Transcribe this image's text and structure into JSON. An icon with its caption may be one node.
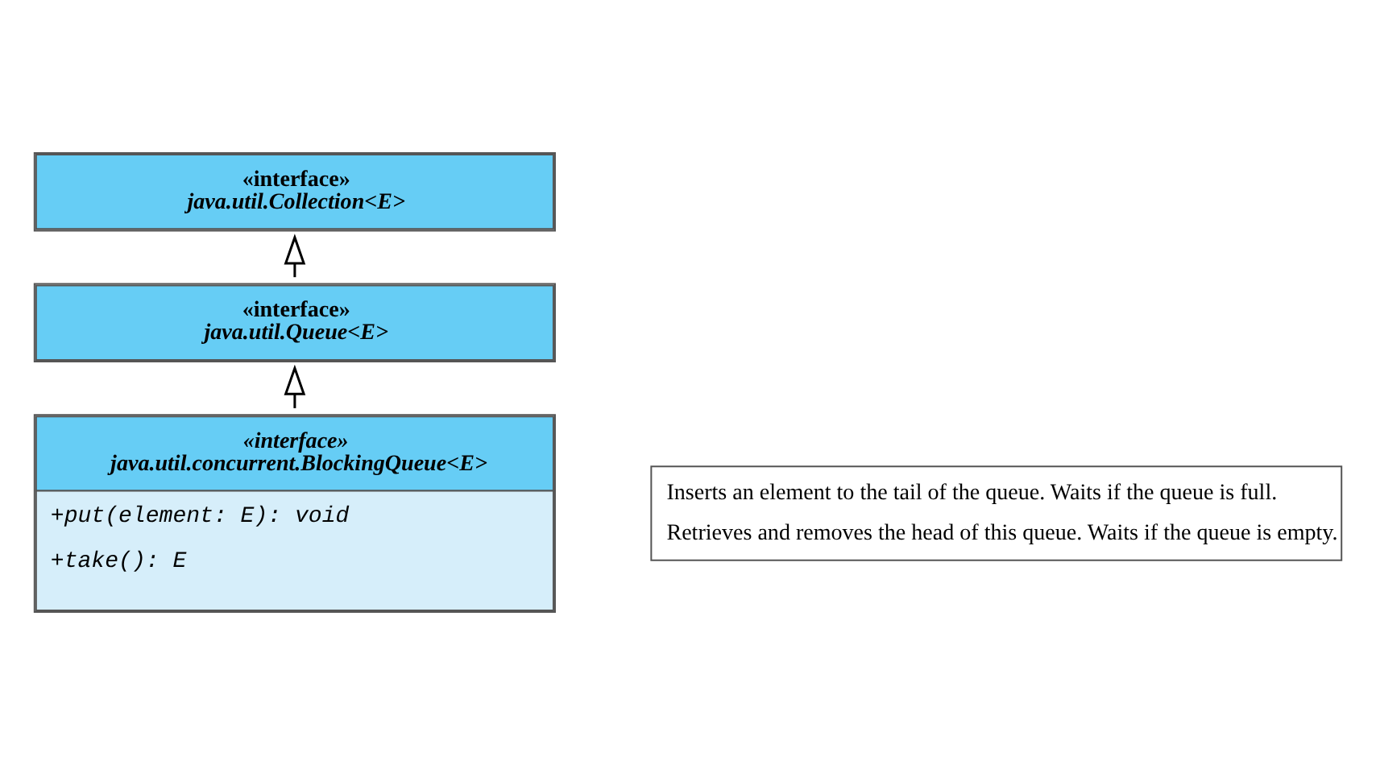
{
  "diagram": {
    "nodes": [
      {
        "text": [
          "«interface»",
          "java.util.Collection<E>"
        ]
      },
      {
        "text": [
          "«interface»",
          "java.util.Queue<E>"
        ]
      },
      {
        "text": [
          "«interface»",
          "java.util.concurrent.BlockingQueue<E>",
          "+put(element: E): void",
          "+take(): E"
        ]
      },
      {
        "text": [
          "Inserts an element to the tail of the queue. Waits if the queue is full.",
          "Retrieves and removes the head of this queue. Waits if the queue is empty."
        ]
      }
    ],
    "edges": [
      {
        "from": 1,
        "to": 0,
        "arrow": "to"
      },
      {
        "from": 2,
        "to": 1,
        "arrow": "to"
      }
    ]
  }
}
